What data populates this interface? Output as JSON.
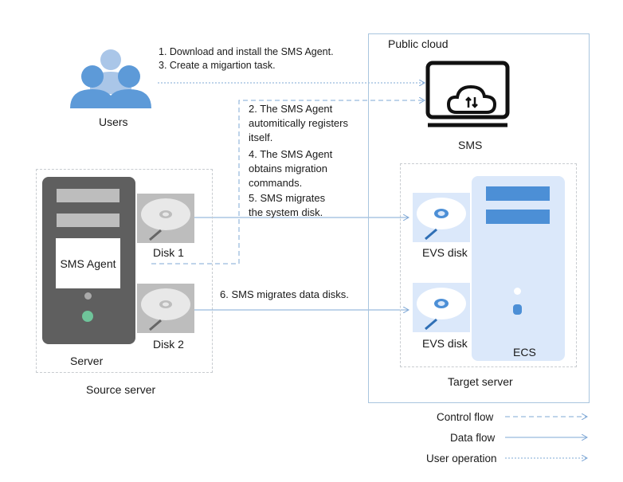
{
  "users": {
    "label": "Users"
  },
  "user_steps": {
    "step1": "1. Download and install the SMS Agent.",
    "step3": "3. Create a migartion task."
  },
  "agent_steps": {
    "step2": [
      "2. The SMS Agent",
      "automitically registers",
      "itself."
    ],
    "step4": [
      "4. The SMS Agent",
      "obtains migration",
      "commands."
    ],
    "step5": [
      "5. SMS migrates",
      "the system disk."
    ]
  },
  "step6": "6. SMS migrates data disks.",
  "source": {
    "agent_label": "SMS Agent",
    "server_label": "Server",
    "disk1_label": "Disk 1",
    "disk2_label": "Disk 2",
    "title": "Source server"
  },
  "cloud": {
    "title": "Public cloud",
    "sms_label": "SMS",
    "evs1_label": "EVS disk",
    "evs2_label": "EVS disk",
    "ecs_label": "ECS",
    "target_title": "Target server"
  },
  "legend": {
    "control": "Control flow",
    "data": "Data flow",
    "user": "User operation"
  },
  "colors": {
    "arrow": "#7fa8d6",
    "users_icon": "#5d9ad8",
    "server_body": "#5f5f5f",
    "ecs_body": "#dbe8fa",
    "evs_disk": "#dbe8fa"
  }
}
